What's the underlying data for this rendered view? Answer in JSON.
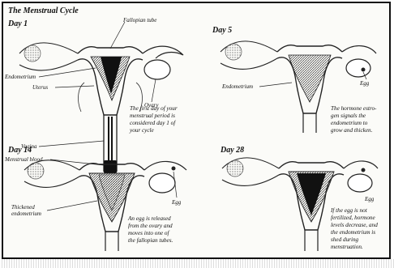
{
  "diagram": {
    "title": "The Menstrual Cycle",
    "panels": [
      {
        "day": "Day 1",
        "labels": [
          "Fallopian tube",
          "Endometrium",
          "Uterus",
          "Ovary",
          "Vagina",
          "Menstrual blood"
        ],
        "caption": [
          "The first day of your",
          "menstrual period is",
          "considered day 1 of",
          "your cycle"
        ]
      },
      {
        "day": "Day 5",
        "labels": [
          "Endometrium",
          "Egg"
        ],
        "caption": [
          "The hormone estro-",
          "gen signals the",
          "endometrium to",
          "grow and thicken."
        ]
      },
      {
        "day": "Day 14",
        "labels": [
          "Egg",
          "Thickened",
          "endometrium"
        ],
        "caption": [
          "An egg is released",
          "from the ovary and",
          "moves into one of",
          "the fallopian tubes."
        ]
      },
      {
        "day": "Day 28",
        "labels": [
          "Egg"
        ],
        "caption": [
          "If the egg is not",
          "fertilized, hormone",
          "levels decrease, and",
          "the endometrium is",
          "shed during",
          "menstruation."
        ]
      }
    ]
  }
}
